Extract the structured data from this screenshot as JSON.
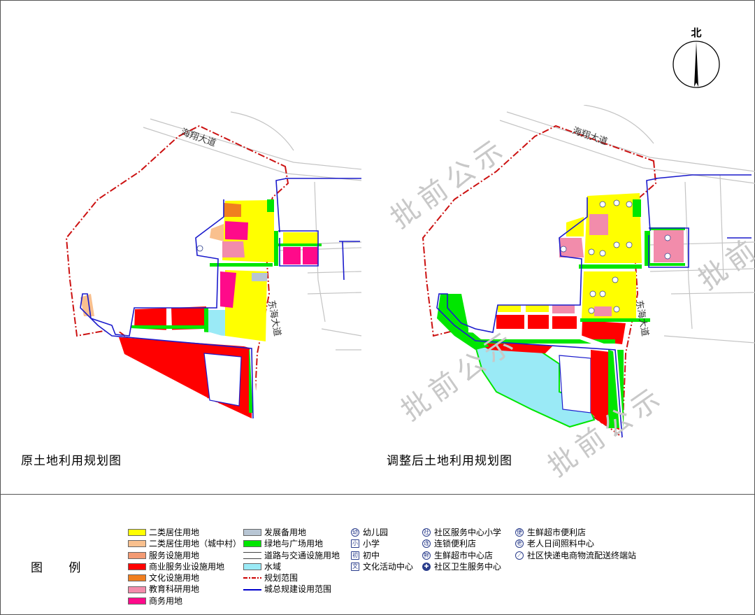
{
  "north_label": "北",
  "maps": {
    "left_title": "原土地利用规划图",
    "right_title": "调整后土地利用规划图"
  },
  "roads": {
    "haixiang": "海翔大道",
    "right_road": "东海大道"
  },
  "watermark": "批前公示",
  "legend": {
    "title": "图 例",
    "land_use": [
      {
        "label": "二类居住用地",
        "color": "#ffff00"
      },
      {
        "label": "二类居住用地（城中村）",
        "color": "#f9c08e"
      },
      {
        "label": "服务设施用地",
        "color": "#f39a73"
      },
      {
        "label": "商业服务业设施用地",
        "color": "#ff0000"
      },
      {
        "label": "文化设施用地",
        "color": "#f07f1f"
      },
      {
        "label": "教育科研用地",
        "color": "#f28cab"
      },
      {
        "label": "商务用地",
        "color": "#ff0a8a"
      }
    ],
    "land_use2": [
      {
        "label": "发展备用地",
        "color": "#b8c6d4"
      },
      {
        "label": "绿地与广场用地",
        "color": "#00e600"
      },
      {
        "label": "道路与交通设施用地",
        "color": "#ffffff"
      },
      {
        "label": "水域",
        "color": "#9aeaf6"
      },
      {
        "label": "规划范围",
        "color": "#cc0000"
      },
      {
        "label": "城总规建设用范围",
        "color": "#0000cc"
      }
    ],
    "facilities1": [
      {
        "label": "幼儿园",
        "glyph": "幼"
      },
      {
        "label": "小学",
        "glyph": "小"
      },
      {
        "label": "初中",
        "glyph": "初"
      },
      {
        "label": "文化活动中心",
        "glyph": "文"
      }
    ],
    "facilities2": [
      {
        "label": "社区服务中心小学",
        "glyph": "社"
      },
      {
        "label": "连锁便利店",
        "glyph": "连"
      },
      {
        "label": "生鲜超市中心店",
        "glyph": "鲜"
      },
      {
        "label": "社区卫生服务中心",
        "glyph": "✚"
      }
    ],
    "facilities3": [
      {
        "label": "生鲜超市便利店",
        "glyph": "便"
      },
      {
        "label": "老人日间照料中心",
        "glyph": "老"
      },
      {
        "label": "社区快递电商物流配送终端站",
        "glyph": "⟋"
      }
    ]
  }
}
